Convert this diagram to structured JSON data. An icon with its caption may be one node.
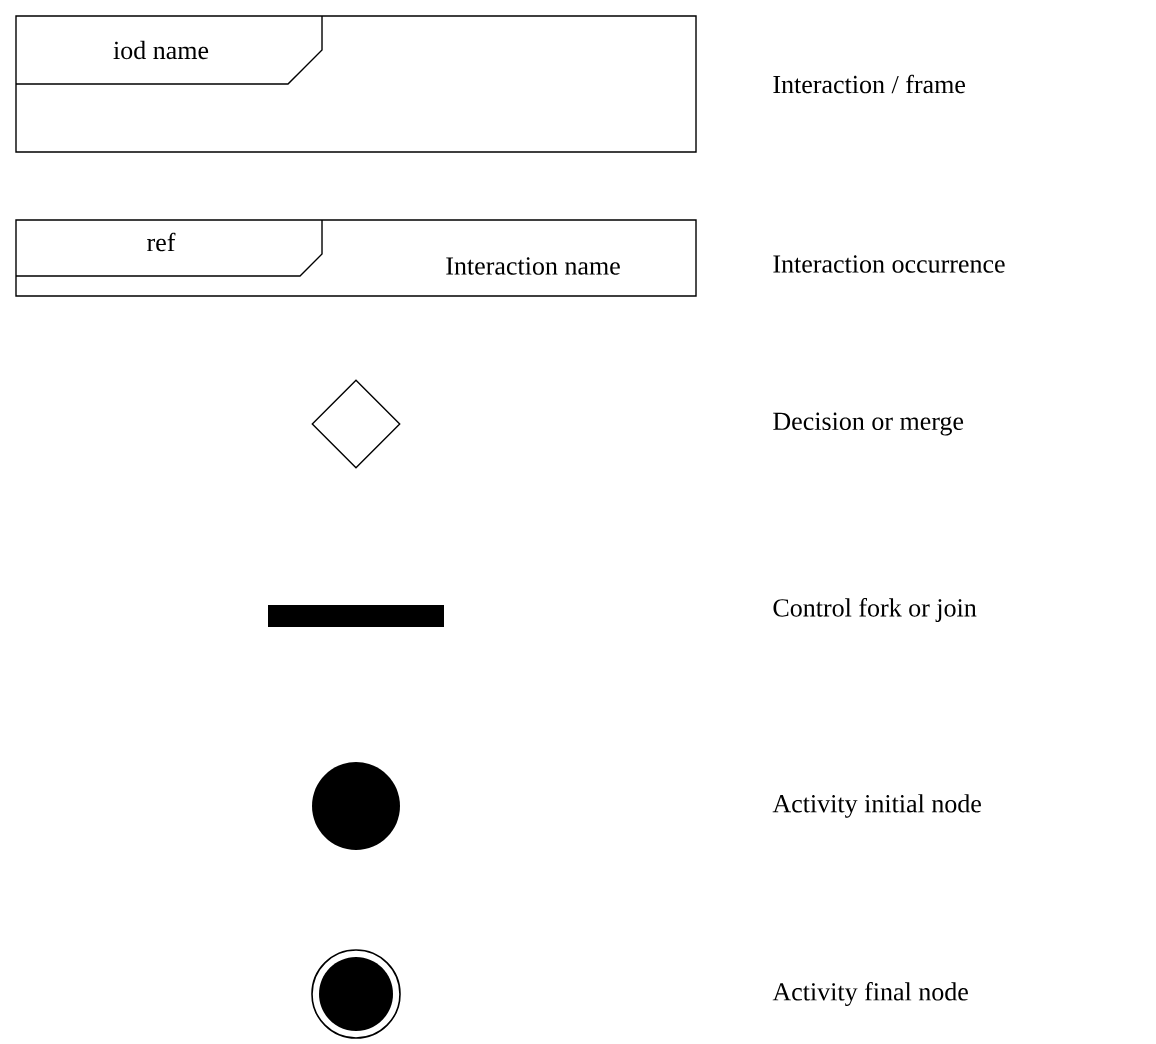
{
  "diagram": {
    "nodes": [
      {
        "text": [
          "iod name"
        ]
      },
      {
        "text": [
          "ref",
          "Interaction name"
        ]
      },
      {
        "text": [],
        "shape": "diamond"
      },
      {
        "text": [],
        "shape": "bar"
      },
      {
        "text": [],
        "shape": "circle"
      },
      {
        "text": [],
        "shape": "bullseye"
      }
    ],
    "labels": [
      "Interaction / frame",
      "Interaction occurrence",
      "Decision or merge",
      "Control fork or join",
      "Activity initial node",
      "Activity final node"
    ]
  }
}
